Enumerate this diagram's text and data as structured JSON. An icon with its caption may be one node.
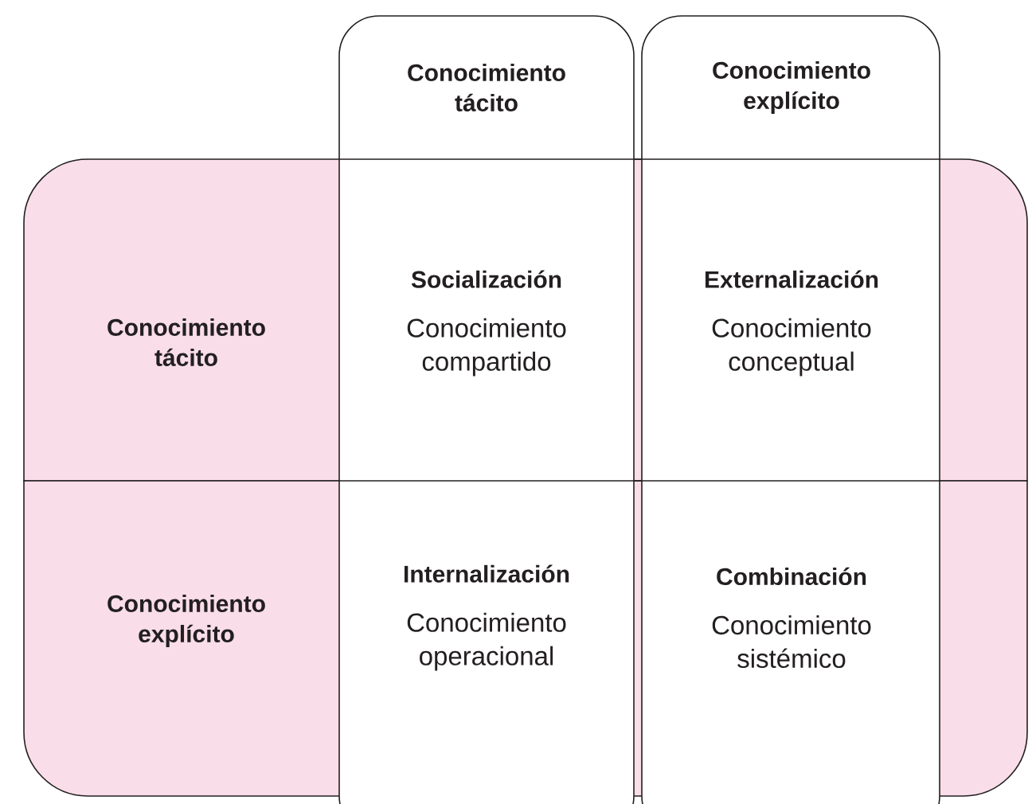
{
  "diagram": {
    "nodes": [
      {
        "text": [
          "Conocimiento tácito"
        ]
      },
      {
        "text": [
          "Conocimiento explícito"
        ]
      },
      {
        "text": [
          "Conocimiento tácito"
        ]
      },
      {
        "text": [
          "Conocimiento explícito"
        ]
      },
      {
        "text": [
          "Socialización",
          "Conocimiento compartido"
        ]
      },
      {
        "text": [
          "Externalización",
          "Conocimiento conceptual"
        ]
      },
      {
        "text": [
          "Internalización",
          "Conocimiento operacional"
        ]
      },
      {
        "text": [
          "Combinación",
          "Conocimiento sistémico"
        ]
      }
    ]
  }
}
